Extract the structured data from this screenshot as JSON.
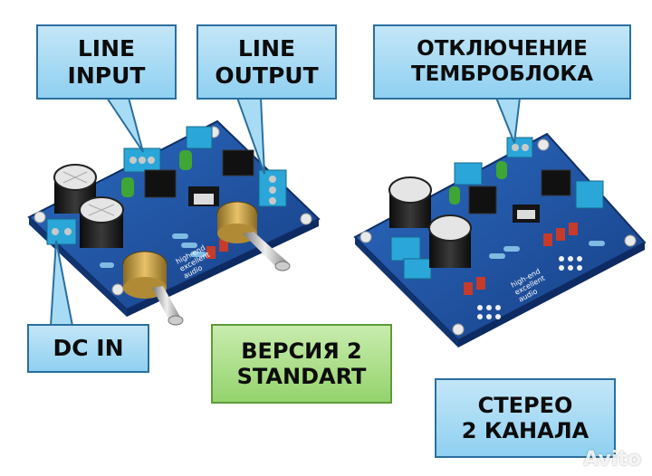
{
  "callouts": {
    "line_input": [
      "LINE",
      "INPUT"
    ],
    "line_output": [
      "LINE",
      "OUTPUT"
    ],
    "tone_off": [
      "ОТКЛЮЧЕНИЕ",
      "ТЕМБРОБЛОКА"
    ],
    "dc_in": "DC IN",
    "version": [
      "ВЕРСИЯ 2",
      "STANDART"
    ],
    "stereo": [
      "СТЕРЕО",
      "2 КАНАЛА"
    ]
  },
  "board_silkscreen": {
    "brand_lines": [
      "high-end",
      "excellent",
      "audio"
    ]
  },
  "watermark": "Avito",
  "colors": {
    "pcb": "#1f57a6",
    "callout_blue": "#a8dcf5",
    "callout_green": "#a8dd84",
    "terminal": "#2aa6d9"
  }
}
